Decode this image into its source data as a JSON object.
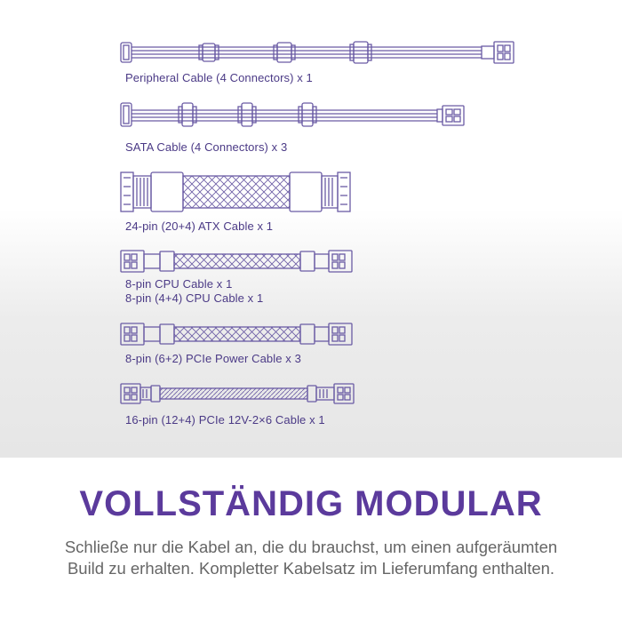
{
  "cables": [
    {
      "id": "peripheral",
      "label": "Peripheral Cable (4 Connectors) x 1"
    },
    {
      "id": "sata",
      "label": "SATA Cable (4 Connectors) x 3"
    },
    {
      "id": "atx",
      "label": "24-pin (20+4) ATX Cable x 1"
    },
    {
      "id": "cpu",
      "label_1": "8-pin CPU Cable x 1",
      "label_2": "8-pin (4+4) CPU Cable x 1"
    },
    {
      "id": "pcie",
      "label": "8-pin (6+2) PCIe Power  Cable x 3"
    },
    {
      "id": "pcie12v",
      "label": "16-pin (12+4) PCIe 12V-2×6 Cable x 1"
    }
  ],
  "headline": "VOLLSTÄNDIG MODULAR",
  "description": {
    "line_1": "Schließe nur die Kabel an, die du brauchst, um einen aufgeräumten",
    "line_2": "Build zu erhalten. Kompletter Kabelsatz im Lieferumfang enthalten."
  },
  "colors": {
    "line_art": "#6a5ba4",
    "label_text": "#4b3a86",
    "headline": "#5b3a9c",
    "description": "#666666"
  }
}
